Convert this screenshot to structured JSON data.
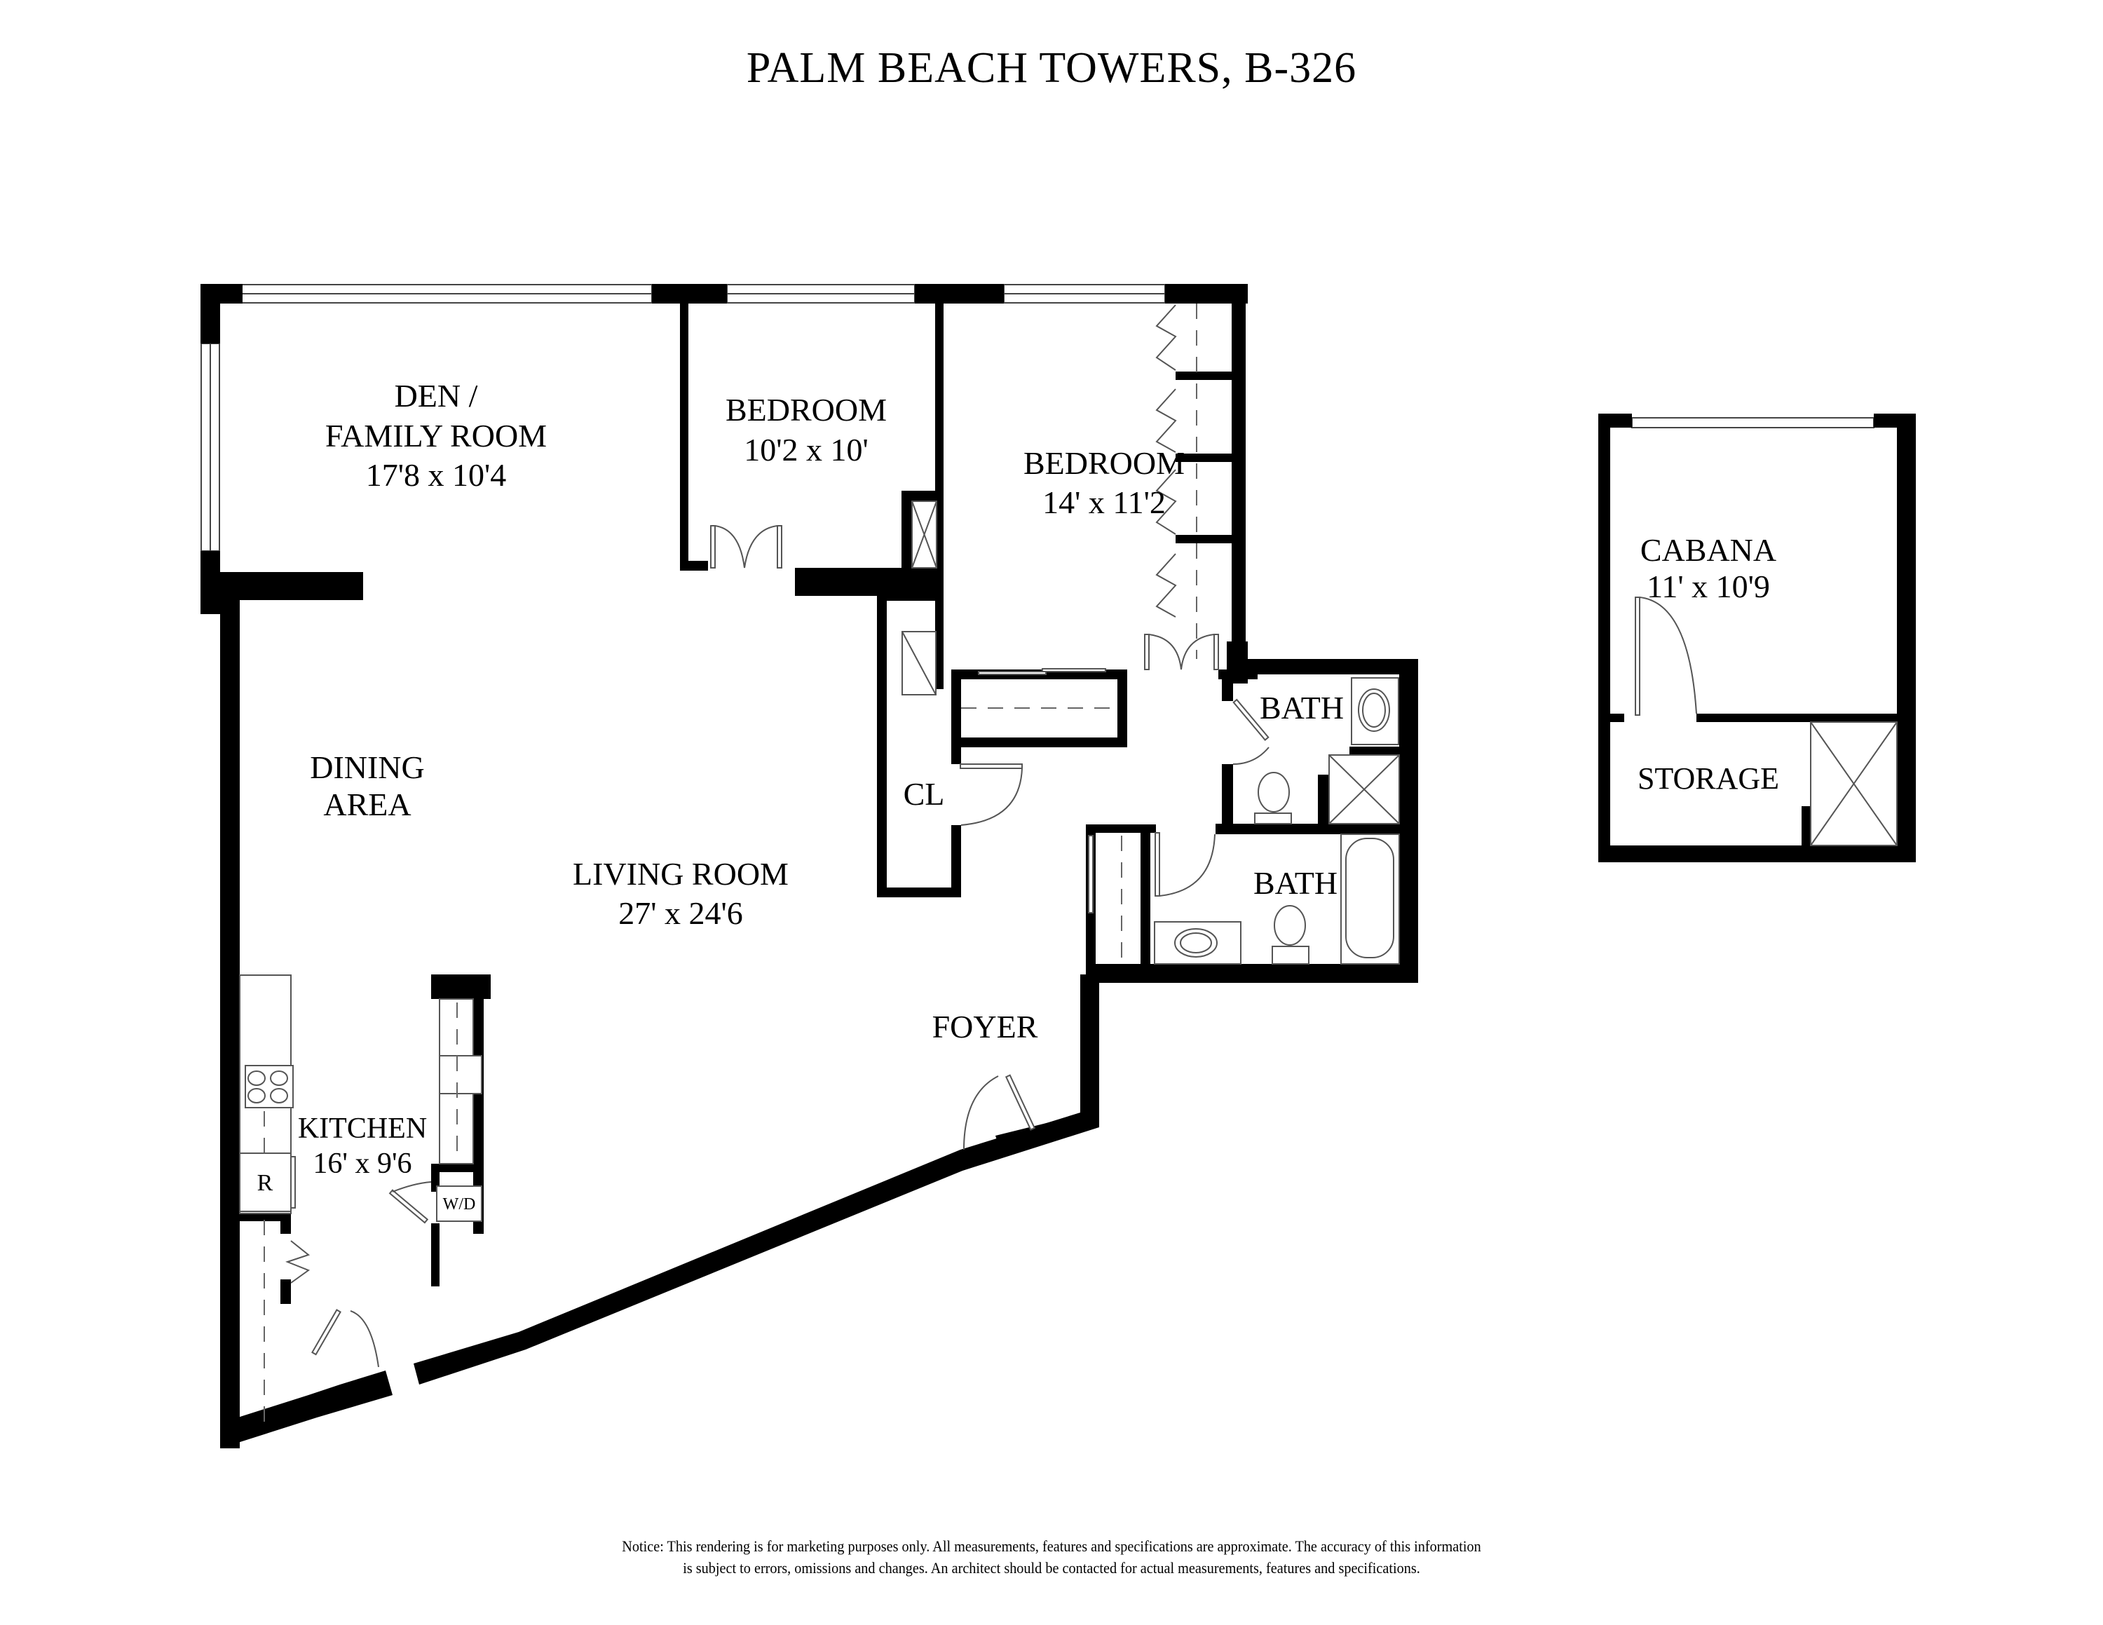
{
  "title": "PALM BEACH TOWERS, B-326",
  "rooms": {
    "den": {
      "line1": "DEN /",
      "line2": "FAMILY ROOM",
      "dims": "17'8 x 10'4"
    },
    "bedroom_small": {
      "name": "BEDROOM",
      "dims": "10'2 x 10'"
    },
    "bedroom_large": {
      "name": "BEDROOM",
      "dims": "14' x 11'2"
    },
    "bath_upper": {
      "name": "BATH"
    },
    "bath_lower": {
      "name": "BATH"
    },
    "closet": {
      "name": "CL"
    },
    "dining": {
      "line1": "DINING",
      "line2": "AREA"
    },
    "living": {
      "name": "LIVING ROOM",
      "dims": "27' x 24'6"
    },
    "foyer": {
      "name": "FOYER"
    },
    "kitchen": {
      "name": "KITCHEN",
      "dims": "16' x 9'6"
    },
    "refrigerator": {
      "label": "R"
    },
    "washer_dryer": {
      "label": "W/D"
    },
    "cabana": {
      "name": "CABANA",
      "dims": "11' x 10'9"
    },
    "storage": {
      "name": "STORAGE"
    }
  },
  "notice": {
    "line1": "Notice: This rendering is for marketing purposes only. All measurements, features and specifications are approximate. The accuracy of this information",
    "line2": "is subject to errors, omissions and changes. An architect should be contacted for actual measurements, features and specifications."
  }
}
